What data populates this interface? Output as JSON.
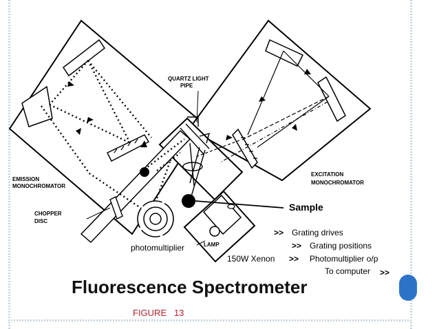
{
  "labels": {
    "quartz_light_pipe_line1": "QUARTZ LIGHT",
    "quartz_light_pipe_line2": "PIPE",
    "emission_line1": "EMISSION",
    "emission_line2": "MONOCHROMATOR",
    "excitation_line1": "EXCITATION",
    "excitation_line2": "MONOCHROMATOR",
    "chopper_line1": "CHOPPER",
    "chopper_line2": "DISC",
    "sample": "Sample",
    "photomultiplier": "photomultiplier",
    "lamp": "LAMP",
    "xenon": "150W Xenon"
  },
  "legend": [
    {
      "marker": ">>",
      "text": "Grating drives"
    },
    {
      "marker": ">>",
      "text": "Grating positions"
    },
    {
      "marker": ">>",
      "text": "Photomultiplier o/p"
    }
  ],
  "legend_tail": {
    "text": "To computer",
    "marker": ">>"
  },
  "title": "Fluorescence Spectrometer",
  "caption": "FIGURE   13",
  "colors": {
    "caption": "#b0202f",
    "accent": "#2c74c8",
    "frame": "#c9d4dc"
  }
}
